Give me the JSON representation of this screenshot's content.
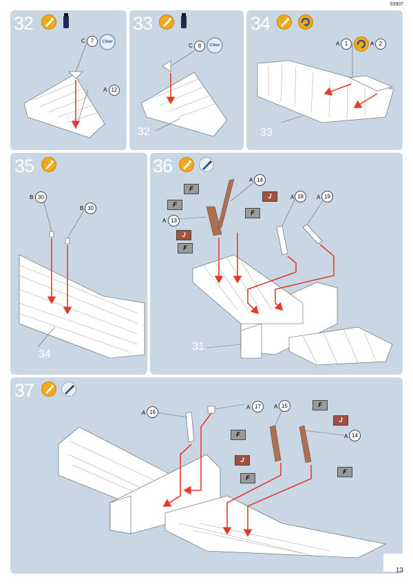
{
  "header": {
    "code": "03907"
  },
  "page_number": "13",
  "steps": [
    {
      "num": "32",
      "paint": "Clear",
      "callouts": [
        {
          "letter": "C",
          "num": "7"
        },
        {
          "letter": "A",
          "num": "12"
        }
      ],
      "ref": ""
    },
    {
      "num": "33",
      "paint": "Clear",
      "callouts": [
        {
          "letter": "C",
          "num": "8"
        }
      ],
      "ref": "32"
    },
    {
      "num": "34",
      "callouts": [
        {
          "letter": "A",
          "num": "1"
        },
        {
          "letter": "A",
          "num": "2"
        }
      ],
      "ref": "33"
    },
    {
      "num": "35",
      "callouts": [
        {
          "letter": "B",
          "num": "30"
        },
        {
          "letter": "B",
          "num": "30"
        }
      ],
      "ref": "34"
    },
    {
      "num": "36",
      "callouts": [
        {
          "letter": "A",
          "num": "14"
        },
        {
          "letter": "A",
          "num": "13"
        },
        {
          "letter": "A",
          "num": "18"
        },
        {
          "letter": "A",
          "num": "19"
        }
      ],
      "flags": [
        "F",
        "F",
        "F",
        "F",
        "J",
        "J"
      ],
      "ref": "31"
    },
    {
      "num": "37",
      "callouts": [
        {
          "letter": "A",
          "num": "16"
        },
        {
          "letter": "A",
          "num": "17"
        },
        {
          "letter": "A",
          "num": "15"
        },
        {
          "letter": "A",
          "num": "14"
        }
      ],
      "flags": [
        "F",
        "F",
        "F",
        "F",
        "J",
        "J"
      ],
      "ref": ""
    }
  ],
  "colors": {
    "panel": "#c9d6e4",
    "arrow": "#e23b2a",
    "symbol": "#f2a81c",
    "flag_grey": "#9a9a9a",
    "flag_red": "#a0523d"
  }
}
